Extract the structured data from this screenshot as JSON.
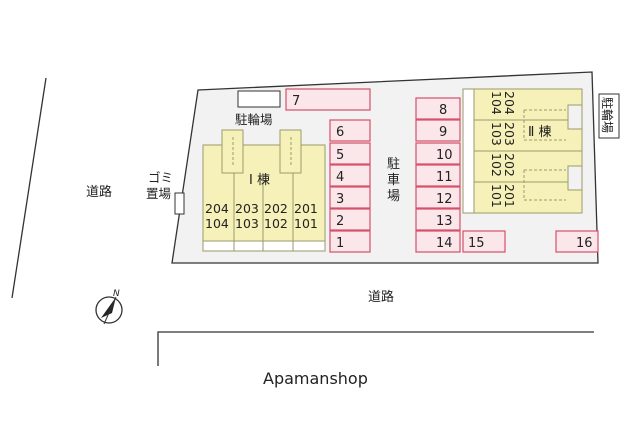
{
  "map": {
    "roads": {
      "west": "道路",
      "south": "道路"
    },
    "compass": {
      "north_letter": "N"
    },
    "watermark": "Apamanshop",
    "facilities": {
      "bicycle_parking": "駐輪場",
      "garbage": "ゴミ置場",
      "parking": "駐車場",
      "bicycle_parking_east": "駐輪場"
    },
    "buildings": {
      "building1": {
        "label": "Ⅰ 棟",
        "units": [
          {
            "upper": "204",
            "lower": "104"
          },
          {
            "upper": "203",
            "lower": "103"
          },
          {
            "upper": "202",
            "lower": "102"
          },
          {
            "upper": "201",
            "lower": "101"
          }
        ]
      },
      "building2": {
        "label": "Ⅱ 棟",
        "units": [
          {
            "upper": "204",
            "lower": "104"
          },
          {
            "upper": "203",
            "lower": "103"
          },
          {
            "upper": "202",
            "lower": "102"
          },
          {
            "upper": "201",
            "lower": "101"
          }
        ]
      }
    },
    "parking_spaces": [
      "1",
      "2",
      "3",
      "4",
      "5",
      "6",
      "7",
      "8",
      "9",
      "10",
      "11",
      "12",
      "13",
      "14",
      "15",
      "16"
    ],
    "colors": {
      "building_fill": "#f6f1b8",
      "building_stroke": "#9a9a6a",
      "parking_fill": "#fbe7ea",
      "parking_stroke": "#d6506a",
      "lot_fill": "#f2f2f2",
      "line": "#333333",
      "watermark": "#333333"
    }
  }
}
